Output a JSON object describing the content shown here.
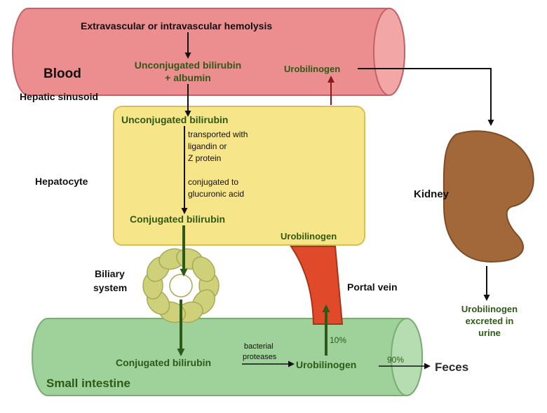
{
  "blood": {
    "label": "Blood",
    "hemolysis": "Extravascular or intravascular hemolysis",
    "unconj_line1": "Unconjugated bilirubin",
    "unconj_line2": "+ albumin",
    "urobilinogen": "Urobilinogen"
  },
  "hepatic_sinusoid": "Hepatic sinusoid",
  "hepatocyte": {
    "label": "Hepatocyte",
    "unconjugated": "Unconjugated bilirubin",
    "transport_line1": "transported with",
    "transport_line2": "ligandin or",
    "transport_line3": "Z protein",
    "conjugation_line1": "conjugated to",
    "conjugation_line2": "glucuronic acid",
    "conjugated": "Conjugated bilirubin",
    "urobilinogen": "Urobilinogen"
  },
  "biliary": {
    "line1": "Biliary",
    "line2": "system"
  },
  "portal_vein": "Portal vein",
  "kidney": {
    "label": "Kidney",
    "excreted_line1": "Urobilinogen",
    "excreted_line2": "excreted in",
    "excreted_line3": "urine"
  },
  "intestine": {
    "label": "Small intestine",
    "conjugated": "Conjugated bilirubin",
    "bacterial_line1": "bacterial",
    "bacterial_line2": "proteases",
    "urobilinogen": "Urobilinogen",
    "pct_portal": "10%",
    "pct_feces": "90%"
  },
  "feces": "Feces",
  "colors": {
    "blood_fill": "#ec8e90",
    "blood_stroke": "#c0646a",
    "hepatocyte_fill": "#f7e58a",
    "intestine_fill": "#9fd19a",
    "kidney_fill": "#a3683a",
    "portal_fill": "#e04a2a",
    "biliary_fill": "#cfd07a",
    "arrow_green": "#2d5a16",
    "arrow_dark": "#111111",
    "arrow_red": "#8b1a1a"
  }
}
